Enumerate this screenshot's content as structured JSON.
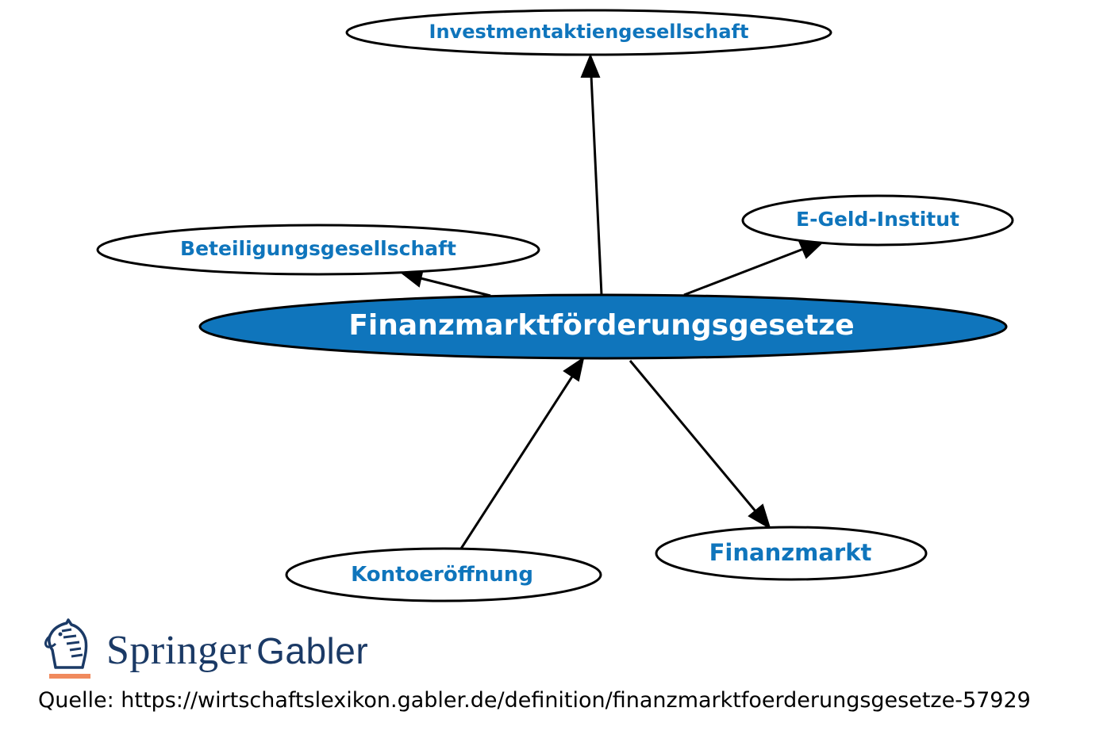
{
  "diagram": {
    "central": "Finanzmarktförderungsgesetze",
    "nodes": {
      "investment": "Investmentaktiengesellschaft",
      "egeld": "E-Geld-Institut",
      "beteiligung": "Beteiligungsgesellschaft",
      "konto": "Kontoeröffnung",
      "finanzmarkt": "Finanzmarkt"
    },
    "edges": [
      {
        "from": "central",
        "to": "investment"
      },
      {
        "from": "central",
        "to": "egeld"
      },
      {
        "from": "central",
        "to": "beteiligung"
      },
      {
        "from": "konto",
        "to": "central"
      },
      {
        "from": "central",
        "to": "finanzmarkt"
      }
    ],
    "colors": {
      "accent": "#0f75bc",
      "brand": "#1b3a66",
      "logo_bar": "#f08a5d"
    }
  },
  "logo": {
    "icon": "knight-chess-piece-icon",
    "brand": "Springer",
    "sub": "Gabler"
  },
  "source": {
    "text": "Quelle: https://wirtschaftslexikon.gabler.de/definition/finanzmarktfoerderungsgesetze-57929"
  }
}
